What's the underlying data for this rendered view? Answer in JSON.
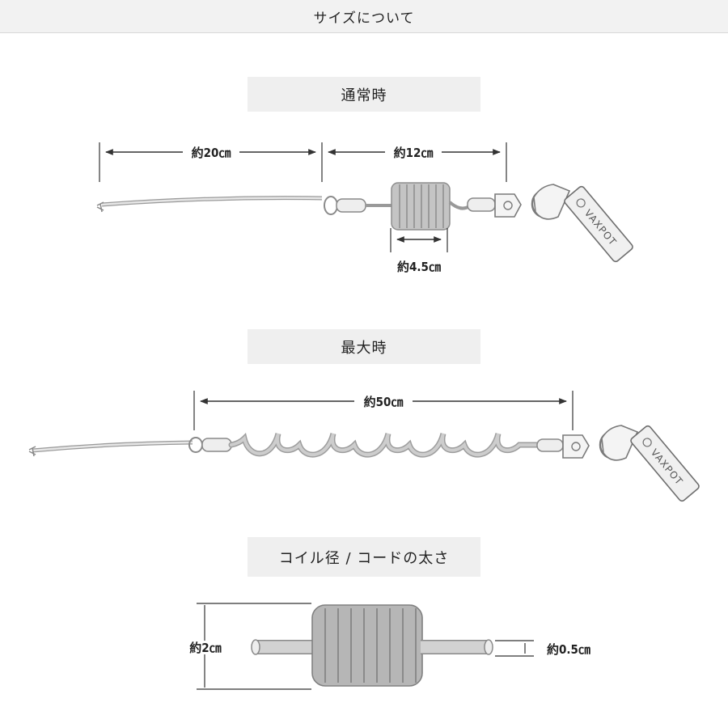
{
  "header": {
    "title": "サイズについて"
  },
  "sections": {
    "normal": {
      "label": "通常時",
      "dims": {
        "cord_length": "約20㎝",
        "coil_length": "約12㎝",
        "coil_width": "約4.5㎝"
      }
    },
    "max": {
      "label": "最大時",
      "dims": {
        "total_length": "約50㎝"
      }
    },
    "coil": {
      "label": "コイル径 / コードの太さ",
      "dims": {
        "coil_diameter": "約2㎝",
        "cord_thickness": "約0.5㎝"
      }
    }
  },
  "tag_text": "VAXPOT",
  "colors": {
    "line": "#333333",
    "coil": "#a8a8a8",
    "cord": "#c8c8c8",
    "label_bg": "#efefef",
    "header_bg": "#f2f2f2"
  }
}
